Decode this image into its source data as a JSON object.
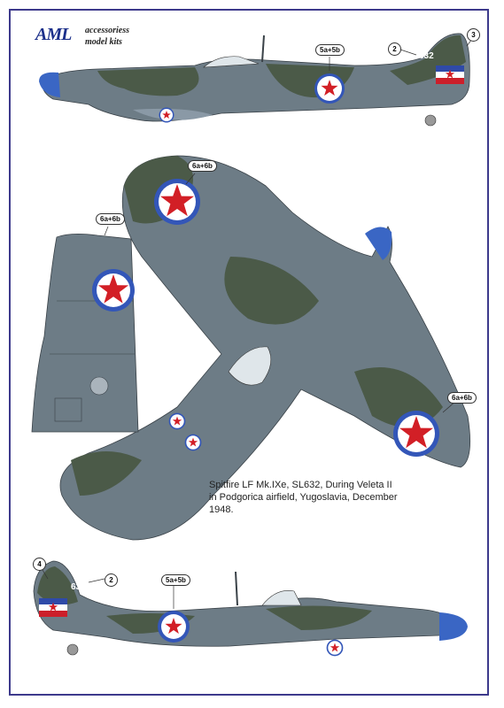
{
  "logo": {
    "brand": "AML",
    "line1": "accessoriess",
    "line2": "model kits"
  },
  "callouts": {
    "top_5a5b": "5a+5b",
    "top_2": "2",
    "top_3": "3",
    "wing_6a6b_top": "6a+6b",
    "fin_6a6b": "6a+6b",
    "wing_6a6b_right": "6a+6b",
    "bottom_4": "4",
    "bottom_2": "2",
    "bottom_5a5b": "5a+5b"
  },
  "serial_top": "632",
  "serial_bottom": "632",
  "caption": {
    "line1": "Spitfire LF Mk.IXe, SL632, During Veleta II",
    "line2": "in Podgorica airfield, Yugoslavia, December 1948."
  },
  "colors": {
    "frame": "#3d3a8c",
    "dark_green": "#4b5a48",
    "sea_grey": "#6d7c86",
    "light_grey": "#8a99a6",
    "spinner_blue": "#3a66c4",
    "roundel_blue": "#3356b8",
    "star_red": "#d21f26",
    "flag_red": "#cc1f2a",
    "flag_blue": "#2f4aa8"
  }
}
